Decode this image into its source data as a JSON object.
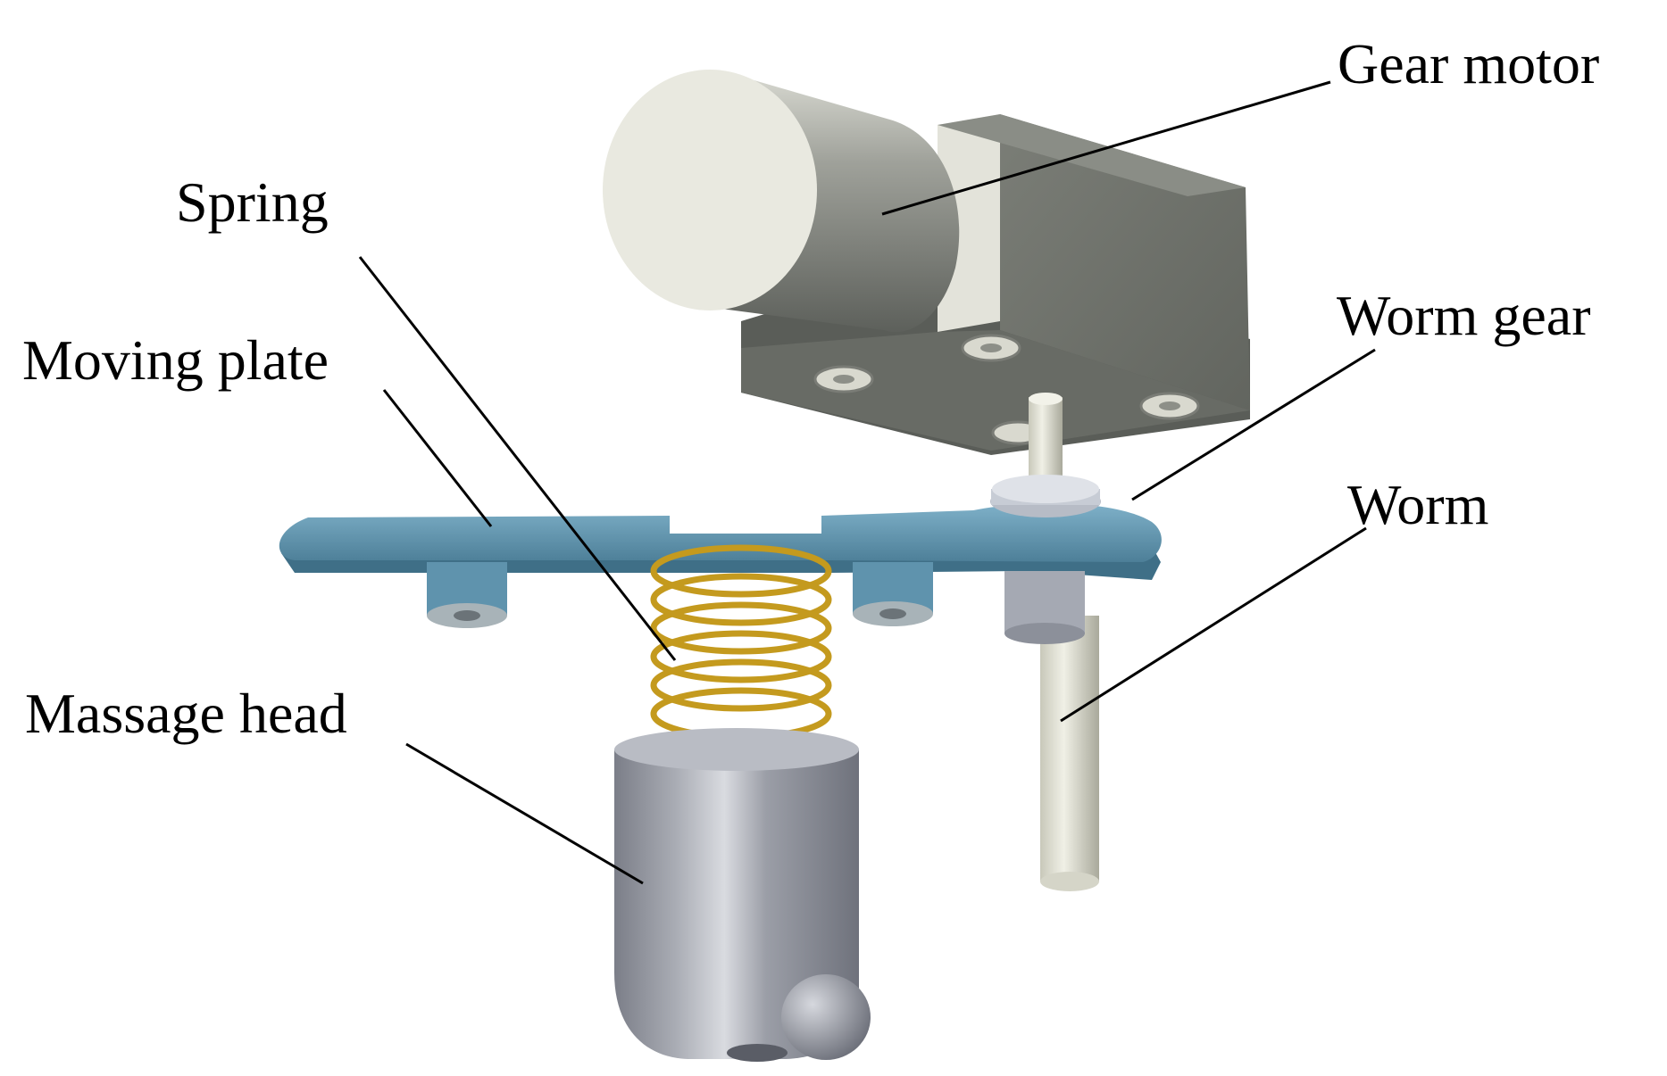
{
  "labels": {
    "gear_motor": "Gear motor",
    "spring": "Spring",
    "worm_gear": "Worm gear",
    "moving_plate": "Moving plate",
    "worm": "Worm",
    "massage_head": "Massage head"
  },
  "colors": {
    "motor_body": "#6f726c",
    "motor_light": "#e8e8df",
    "plate": "#5f93ad",
    "spring": "#c9a227",
    "head": "#8f929b",
    "worm": "#d9d9cc"
  }
}
